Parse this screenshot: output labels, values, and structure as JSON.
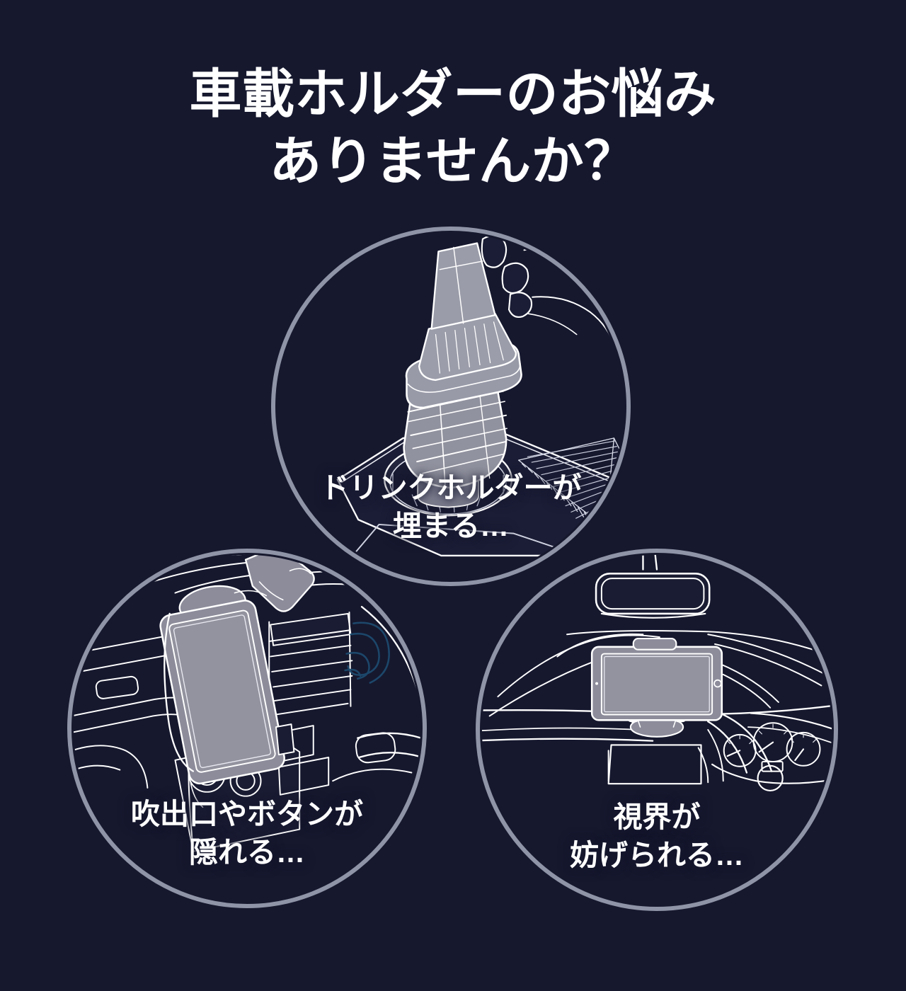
{
  "page": {
    "background_color": "#16182e",
    "text_color": "#ffffff",
    "ring_color": "#8f94a6",
    "line_art_color": "#ffffff",
    "device_fill_color": "#8c8c9b",
    "accent_airflow_color": "#1d4a6e"
  },
  "headline": {
    "line1": "車載ホルダーのお悩み",
    "line2": "ありませんか？"
  },
  "problems": [
    {
      "id": "drink-holder",
      "illustration": "car-cup-holder-mount",
      "caption_line1": "ドリンクホルダーが",
      "caption_line2": "埋まる…"
    },
    {
      "id": "air-vent",
      "illustration": "dashboard-air-vent-phone-mount",
      "caption_line1": "吹出口やボタンが",
      "caption_line2": "隠れる…"
    },
    {
      "id": "field-of-view",
      "illustration": "dashboard-tablet-blocking-windshield",
      "caption_line1": "視界が",
      "caption_line2": "妨げられる…"
    }
  ]
}
